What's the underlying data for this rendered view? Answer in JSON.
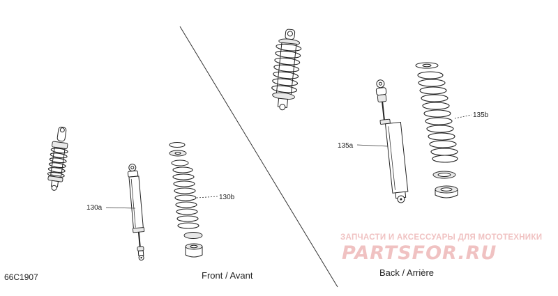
{
  "diagram": {
    "code": "66C1907",
    "front_caption": "Front / Avant",
    "back_caption": "Back / Arrière",
    "parts": {
      "front_shock": "130a",
      "front_spring": "130b",
      "rear_shock": "135a",
      "rear_spring": "135b"
    }
  },
  "watermark": {
    "tagline": "ЗАПЧАСТИ И АКСЕССУАРЫ ДЛЯ МОТОТЕХНИКИ",
    "logo": "PARTSFOR.RU",
    "color": "#f0c2c2"
  }
}
